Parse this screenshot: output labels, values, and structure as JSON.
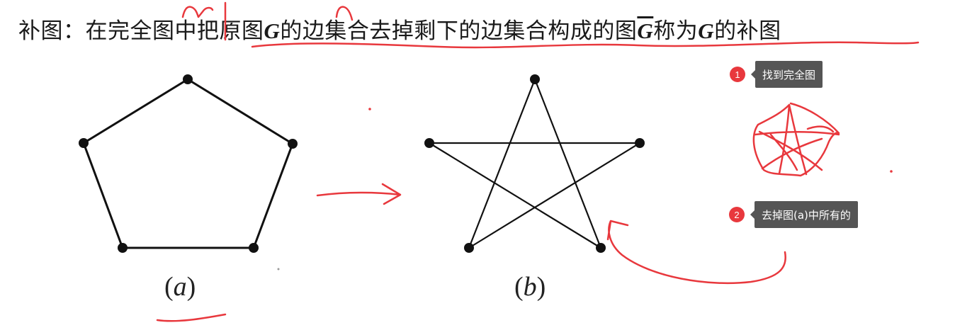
{
  "title": {
    "part1": "补图：在完全图中把原图",
    "g1": "G",
    "part2": "的边集合去掉剩下的边集合构成的图",
    "gbar": "G",
    "part3": "称为",
    "g2": "G",
    "part4": "的补图"
  },
  "figures": {
    "a_caption": "(a)",
    "a_letter": "a",
    "b_caption": "(b)",
    "b_letter": "b"
  },
  "notes": [
    {
      "number": "1",
      "text": "找到完全图"
    },
    {
      "number": "2",
      "text": "去掉图(a)中所有的"
    }
  ],
  "colors": {
    "annotation_red": "#e8383d",
    "tooltip_bg": "#555555",
    "graph_black": "#111111"
  }
}
